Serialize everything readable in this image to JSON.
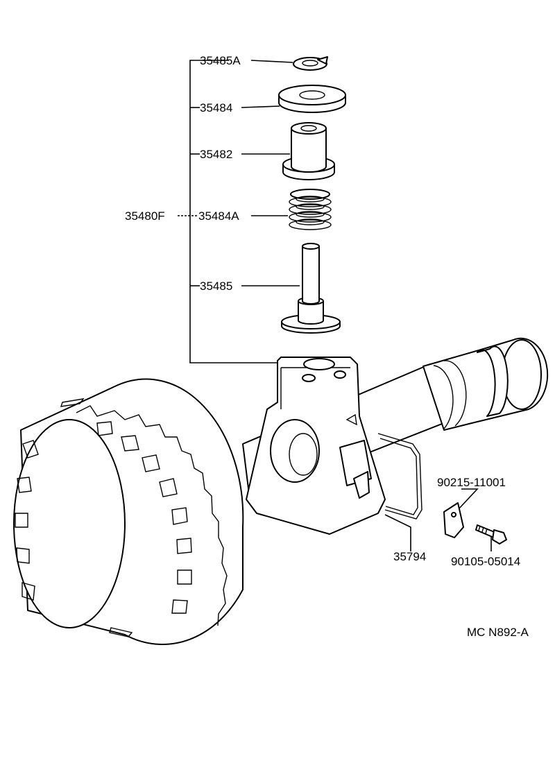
{
  "diagram": {
    "parts": [
      {
        "id": "35485A",
        "label": "35485A"
      },
      {
        "id": "35484",
        "label": "35484"
      },
      {
        "id": "35482",
        "label": "35482"
      },
      {
        "id": "35484A",
        "label": "35484A"
      },
      {
        "id": "35485",
        "label": "35485"
      },
      {
        "id": "35480F",
        "label": "35480F"
      },
      {
        "id": "35794",
        "label": "35794"
      },
      {
        "id": "90215-11001",
        "label": "90215-11001"
      },
      {
        "id": "90105-05014",
        "label": "90105-05014"
      }
    ],
    "figure_code": "MC N892-A"
  }
}
